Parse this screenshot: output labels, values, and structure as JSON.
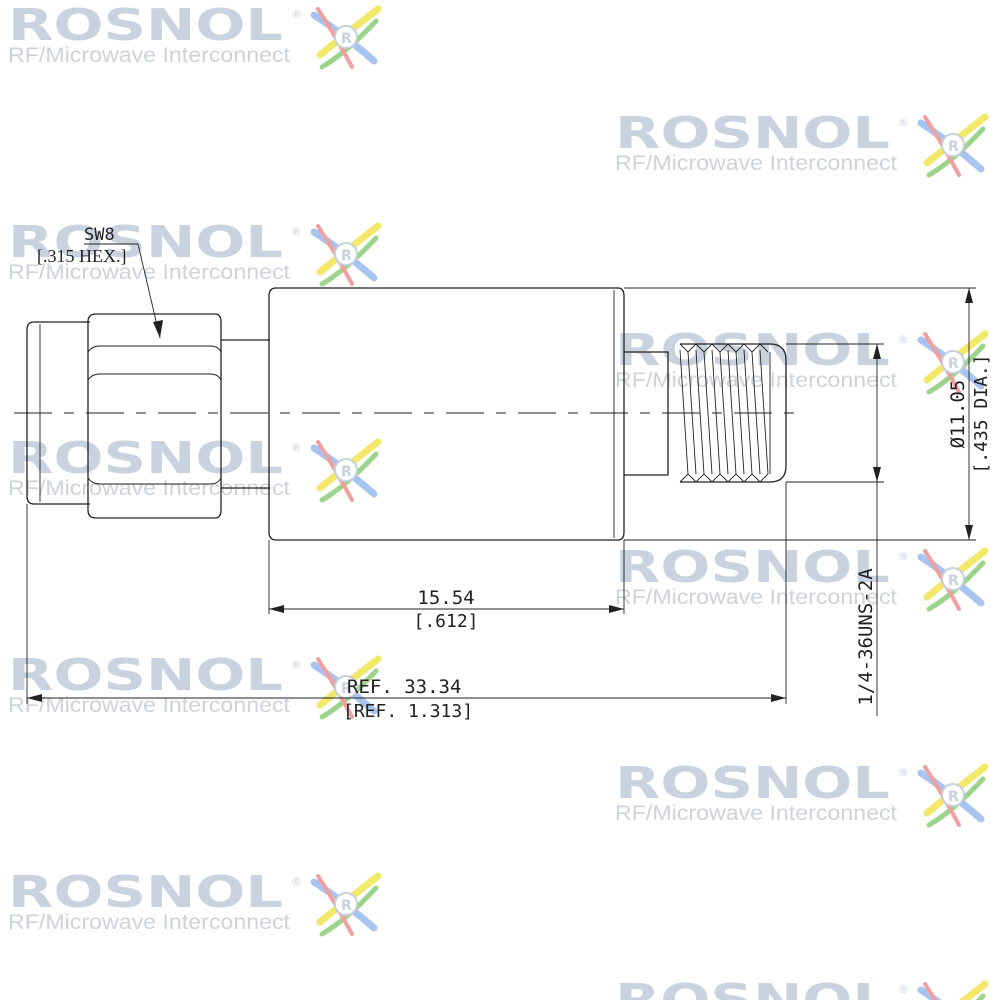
{
  "watermark": {
    "brand": "ROSNOL",
    "tagline": "RF/Microwave Interconnect",
    "registered_mark": "®",
    "logo_letter": "R"
  },
  "dimensions": {
    "hex_size": "SW8",
    "hex_size_inch": "[.315 HEX.]",
    "body_length": "15.54",
    "body_length_inch": "[.612]",
    "overall_length": "REF. 33.34",
    "overall_length_inch": "[REF. 1.313]",
    "body_diameter": "Ø11.05",
    "body_diameter_inch": "[.435 DIA.]",
    "thread_spec": "1/4-36UNS-2A"
  },
  "colors": {
    "line": "#222222",
    "watermark_text": "#c9d2df",
    "logo_yellow": "#f2e86a",
    "logo_green": "#9bd48a",
    "logo_blue": "#a8c4f0",
    "logo_red": "#f0a0a0"
  }
}
